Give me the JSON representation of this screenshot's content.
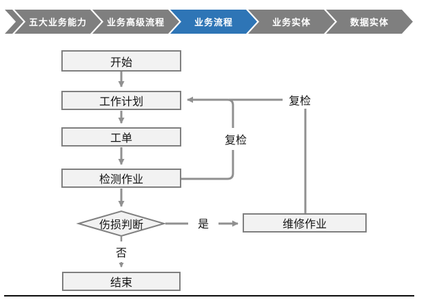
{
  "nav": {
    "items": [
      {
        "label": "五大业务能力",
        "active": false
      },
      {
        "label": "业务高级流程",
        "active": false
      },
      {
        "label": "业务流程",
        "active": true
      },
      {
        "label": "业务实体",
        "active": false
      },
      {
        "label": "数据实体",
        "active": false
      }
    ],
    "active_color": "#2E75B6",
    "inactive_color": "#7F7F7F"
  },
  "flow": {
    "nodes": {
      "start": "开始",
      "work_plan": "工作计划",
      "work_order": "工单",
      "inspection": "检测作业",
      "damage_decision": "伤损判断",
      "repair": "维修作业",
      "end": "结束"
    },
    "labels": {
      "yes": "是",
      "no": "否",
      "recheck_loop": "复检",
      "recheck_repair": "复检"
    },
    "colors": {
      "node_fill": "#F2F2F2",
      "node_border": "#7F7F7F",
      "connector": "#909090",
      "text": "#141414"
    }
  }
}
